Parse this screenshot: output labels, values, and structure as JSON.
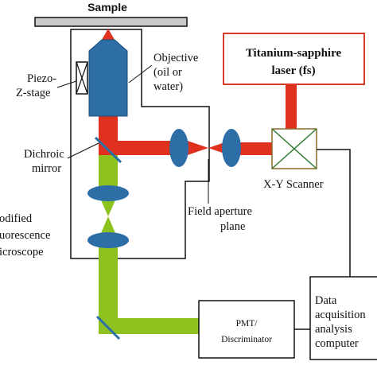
{
  "diagram": {
    "labels": {
      "sample": "Sample",
      "objective": [
        "Objective",
        "(oil or",
        "water)"
      ],
      "laser": [
        "Titanium-sapphire",
        "laser (fs)"
      ],
      "piezo": [
        "Piezo-",
        "Z-stage"
      ],
      "dichroic": [
        "Dichroic",
        "mirror"
      ],
      "scanner": "X-Y Scanner",
      "field_aperture": [
        "Field aperture",
        "plane"
      ],
      "microscope": [
        "odified",
        "uorescence",
        "icroscope"
      ],
      "pmt": [
        "PMT/",
        "Discriminator"
      ],
      "data": [
        "Data",
        "acquisition",
        "analysis",
        "computer"
      ]
    },
    "colors": {
      "laser_beam": "#e0301e",
      "fluorescence_beam": "#8dc21f",
      "optics": "#2e6ea6",
      "laser_box_border": "#d9392a",
      "scanner_border": "#8a6a2a",
      "outline": "#111111",
      "sample_stage": "#c9c9c9"
    }
  }
}
